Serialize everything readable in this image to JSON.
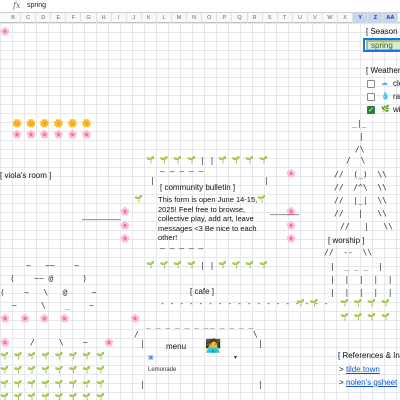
{
  "formula_bar": {
    "fx": "fx",
    "value": "spring"
  },
  "columns": [
    "B",
    "C",
    "D",
    "E",
    "F",
    "G",
    "H",
    "I",
    "J",
    "K",
    "L",
    "M",
    "N",
    "O",
    "P",
    "Q",
    "R",
    "S",
    "T",
    "U",
    "V",
    "W",
    "X",
    "Y",
    "Z",
    "AA"
  ],
  "selected_columns": [
    "Y",
    "Z",
    "AA"
  ],
  "season": {
    "label": "[ Season ]",
    "value": "spring"
  },
  "weather": {
    "label": "[ Weather",
    "items": [
      {
        "icon": "cloud-icon",
        "label": "clo",
        "checked": false
      },
      {
        "icon": "rain-icon",
        "label": "rai",
        "checked": false
      },
      {
        "icon": "wind-icon",
        "label": "wi",
        "checked": true
      }
    ]
  },
  "rooms": {
    "viola": "[ viola's room ]",
    "bulletin_title": "[ community bulletin ]",
    "bulletin_body": "This form is open June 14-15, 2025! Feel free to browse, collective play, add art, leave messages <3 Be nice to each other!",
    "worship": "[ worship ]",
    "cafe": "[ cafe ]",
    "menu": "menu",
    "menu_item": "Lemonade"
  },
  "references": {
    "label": "[ References & In",
    "links": [
      {
        "arrow": ">",
        "text": "tilde.town"
      },
      {
        "arrow": ">",
        "text": "nolen's gsheet"
      }
    ]
  },
  "art": {
    "sprouts_top": "🌱🌱🌱🌱🌱🌱🌱🌱",
    "wall_top": "| |",
    "dashes_bulletin_top": "— — — — —",
    "dashes_bulletin_bot": "— — — — —",
    "cafe_dashes": "- - - - - - - - - - - - - - - - - -",
    "cafe_dashes2": "_ _ _ _ _ _ _",
    "cafe_dashes3": "_ _ _ _ _",
    "tower": [
      "_|_",
      " |",
      " /\\",
      "/  \\",
      "//  _  \\\\",
      "//  (_)  \\\\",
      "//  /^\\  \\\\",
      "//  |_|  \\\\",
      "//   |   \\\\"
    ],
    "worship_base": "//  --  \\\\",
    "ascii_left_1": "~   ~~    ~",
    "ascii_left_2": "(    ~~ @      )",
    "ascii_left_3": "(    ~   \\   @     ~",
    "ascii_left_4": "~     \\    _    ~",
    "ascii_left_5": "/     \\    ~"
  }
}
